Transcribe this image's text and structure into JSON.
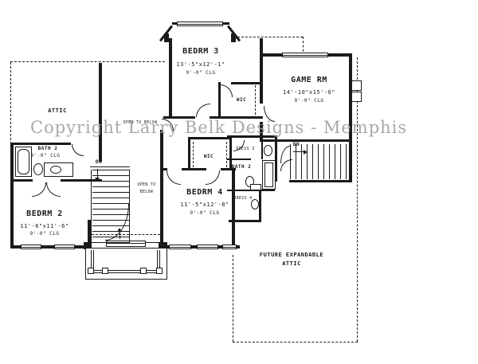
{
  "watermark": "Copyright Larry Belk Designs - Memphis",
  "rooms": {
    "attic": {
      "name": "ATTIC"
    },
    "bedrm3": {
      "name": "BEDRM 3",
      "dims": "13'-5\"x12'-1\"",
      "ceiling": "9'-0\" CLG"
    },
    "game_rm": {
      "name": "GAME RM",
      "dims": "14'-10\"x15'-6\"",
      "ceiling": "9'-0\" CLG"
    },
    "bath2": {
      "name": "BATH 2",
      "ceiling": "9'-0\" CLG"
    },
    "bedrm2": {
      "name": "BEDRM 2",
      "dims": "11'-6\"x11'-6\"",
      "ceiling": "9'-0\" CLG"
    },
    "bedrm4": {
      "name": "BEDRM 4",
      "dims": "11'-5\"x12'-8\"",
      "ceiling": "9'-0\" CLG"
    },
    "wic_bedrm3": {
      "name": "WIC"
    },
    "wic_bedrm4": {
      "name": "WIC"
    },
    "dress3": {
      "name": "DRESS 3"
    },
    "bath_center": {
      "name": "BATH 2"
    },
    "dress4": {
      "name": "DRESS 4"
    },
    "future_attic": {
      "line1": "FUTURE EXPANDABLE",
      "line2": "ATTIC"
    }
  },
  "annotations": {
    "open_to_below_upper": "OPEN TO BELOW",
    "open_to_below_line1": "OPEN TO",
    "open_to_below_line2": "BELOW",
    "down_left": "DN",
    "down_right": "DN"
  },
  "colors": {
    "line": "#1a1a1a",
    "watermark": "#9a9a9a",
    "background": "#ffffff"
  }
}
